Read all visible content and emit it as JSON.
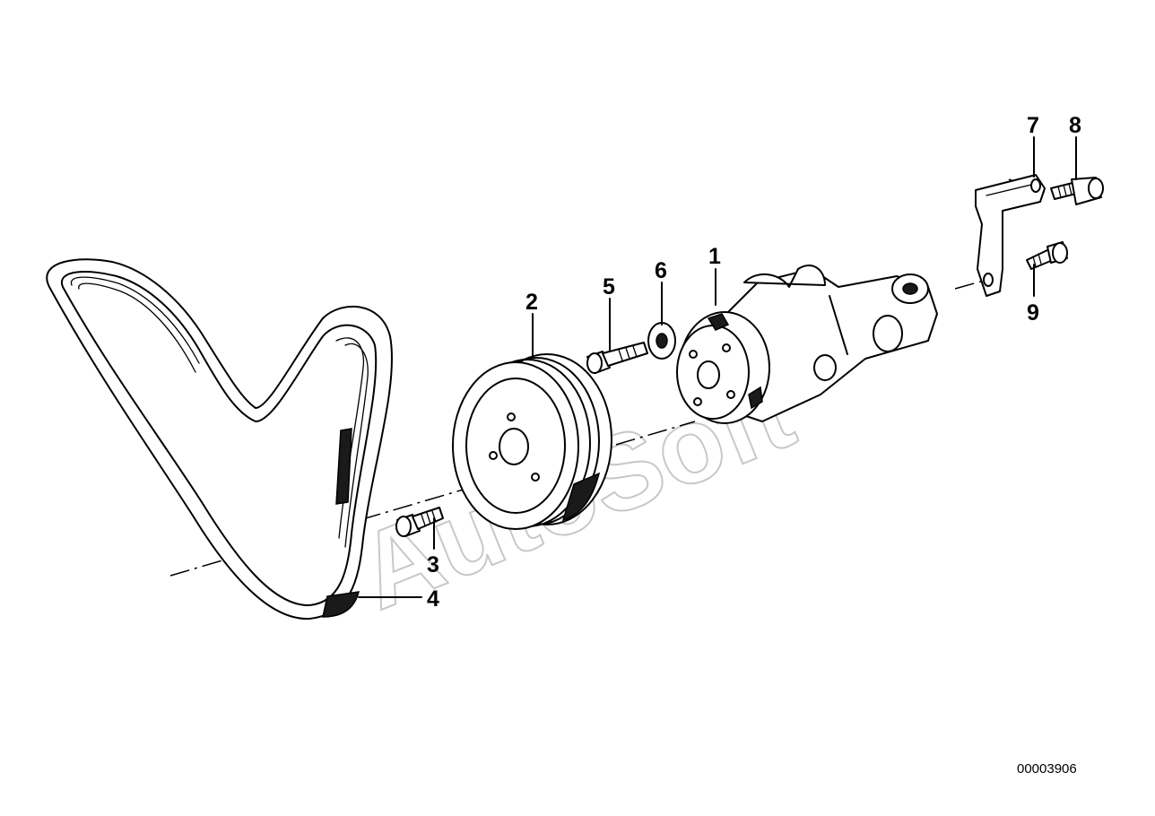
{
  "diagram": {
    "watermark": "AutoSoft",
    "document_number": "00003906",
    "callouts": [
      {
        "id": "1",
        "label": "1"
      },
      {
        "id": "2",
        "label": "2"
      },
      {
        "id": "3",
        "label": "3"
      },
      {
        "id": "4",
        "label": "4"
      },
      {
        "id": "5",
        "label": "5"
      },
      {
        "id": "6",
        "label": "6"
      },
      {
        "id": "7",
        "label": "7"
      },
      {
        "id": "8",
        "label": "8"
      },
      {
        "id": "9",
        "label": "9"
      }
    ]
  }
}
